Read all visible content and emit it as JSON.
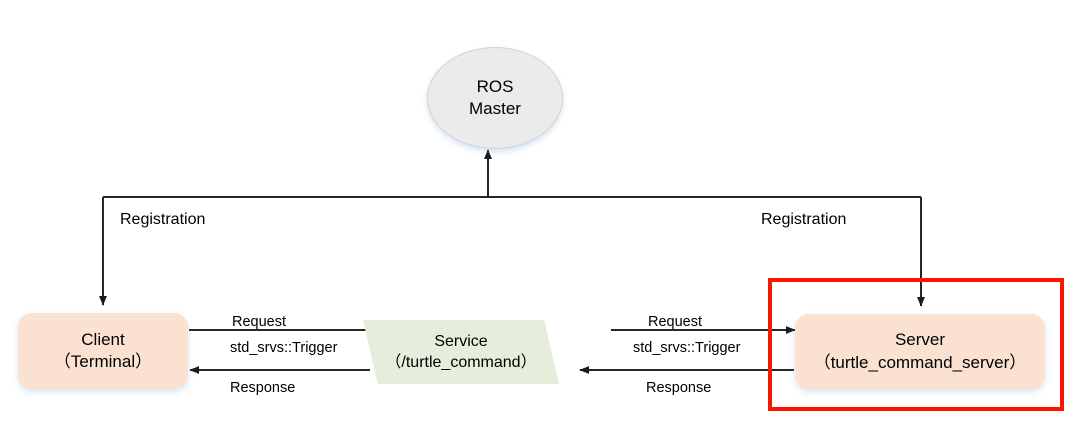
{
  "diagram": {
    "title": "ROS service communication diagram",
    "colors": {
      "master_fill": "#ebebeb",
      "node_fill": "#fbe2d0",
      "service_fill": "#e5eeda",
      "highlight_stroke": "#fb1502",
      "edge_stroke": "#262626",
      "text": "#000000"
    },
    "nodes": {
      "master": {
        "line1": "ROS",
        "line2": "Master"
      },
      "client": {
        "line1": "Client",
        "line2": "（Terminal）"
      },
      "service": {
        "line1": "Service",
        "line2": "（/turtle_command）"
      },
      "server": {
        "line1": "Server",
        "line2": "（turtle_command_server）"
      }
    },
    "edge_labels": {
      "registration_left": "Registration",
      "registration_right": "Registration",
      "client_request": "Request",
      "client_type": "std_srvs::Trigger",
      "client_response": "Response",
      "server_request": "Request",
      "server_type": "std_srvs::Trigger",
      "server_response": "Response"
    }
  }
}
